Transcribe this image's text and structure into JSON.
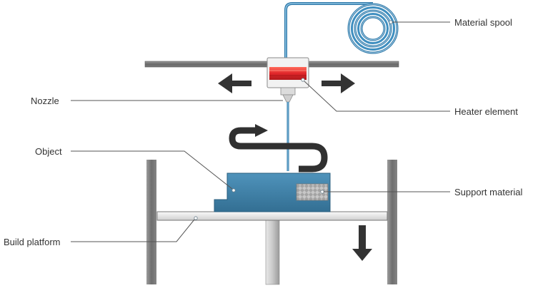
{
  "labels": {
    "material_spool": "Material spool",
    "heater_element": "Heater element",
    "nozzle": "Nozzle",
    "object": "Object",
    "support_material": "Support material",
    "build_platform": "Build platform"
  },
  "icons": [
    "material-spool-icon",
    "arrow-left-icon",
    "arrow-right-icon",
    "curved-arrow-icon",
    "arrow-down-icon"
  ],
  "colors": {
    "filament": "#3f8fc0",
    "object": "#3f7fa6",
    "heater": "#e0262a",
    "arrows": "#333333",
    "frame": "#808080",
    "support": "#b5b5b5"
  }
}
